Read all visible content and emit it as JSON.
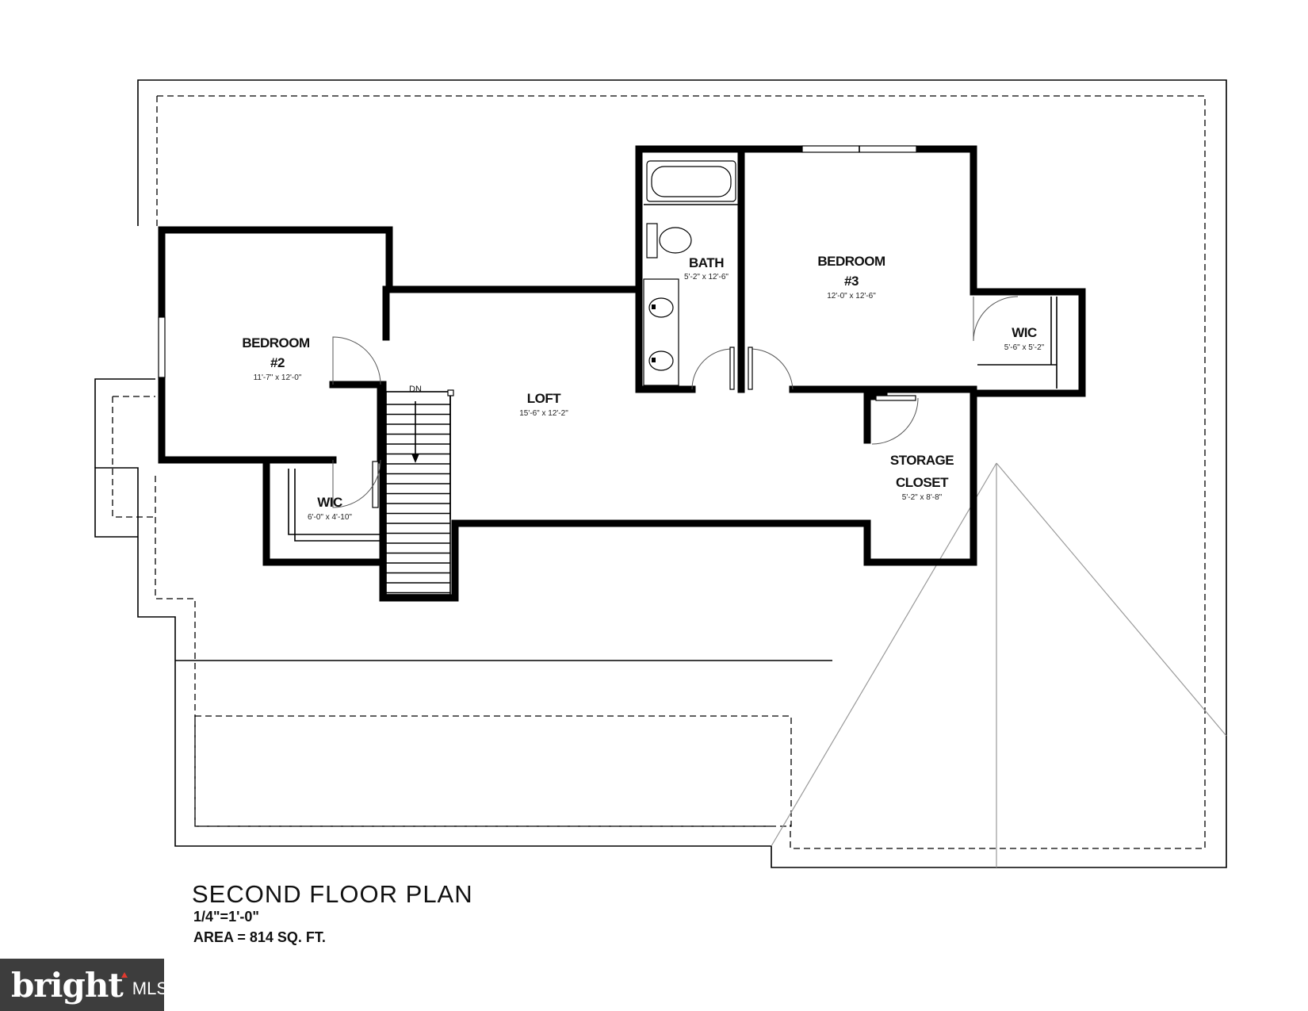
{
  "rooms": {
    "bedroom2": {
      "name_line1": "BEDROOM",
      "name_line2": "#2",
      "dims": "11'-7\" x 12'-0\""
    },
    "wic_left": {
      "name": "WIC",
      "dims": "6'-0\" x 4'-10\""
    },
    "loft": {
      "name": "LOFT",
      "dims": "15'-6\" x 12'-2\""
    },
    "bath": {
      "name": "BATH",
      "dims": "5'-2\" x 12'-6\""
    },
    "bedroom3": {
      "name_line1": "BEDROOM",
      "name_line2": "#3",
      "dims": "12'-0\" x 12'-6\""
    },
    "wic_right": {
      "name": "WIC",
      "dims": "5'-6\" x 5'-2\""
    },
    "storage": {
      "name_line1": "STORAGE",
      "name_line2": "CLOSET",
      "dims": "5'-2\" x 8'-8\""
    }
  },
  "stair": {
    "label": "DN"
  },
  "title_block": {
    "title": "SECOND FLOOR PLAN",
    "scale": "1/4\"=1'-0\"",
    "area": "AREA = 814 SQ. FT."
  },
  "watermark": {
    "brand": "bright",
    "suffix": "MLS",
    "accent_color": "#e03a2f"
  }
}
